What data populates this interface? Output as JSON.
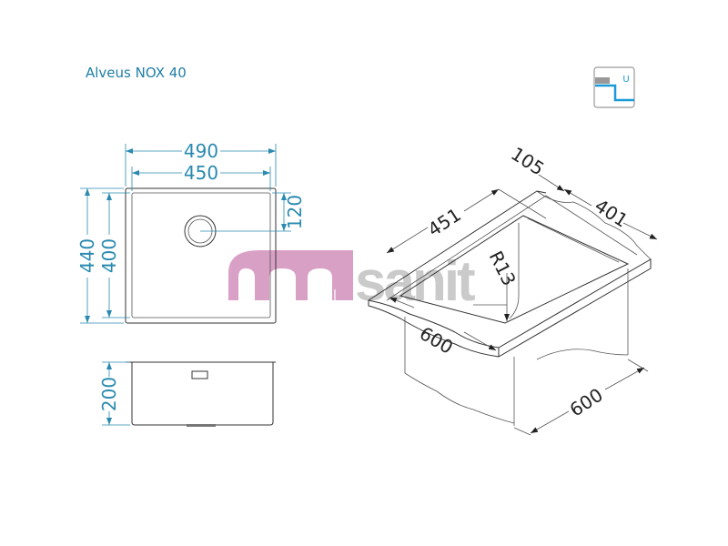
{
  "title": "Alveus NOX 40",
  "siphon_icon": {
    "name": "u-siphon-icon",
    "label": "U",
    "accent": "#1a9ad6"
  },
  "top_view": {
    "width_outer": "490",
    "width_inner": "450",
    "height_outer": "440",
    "height_inner": "400",
    "drain_offset": "120"
  },
  "side_view": {
    "depth": "200"
  },
  "iso_view": {
    "back_width": "105",
    "depth": "401",
    "width": "451",
    "radius": "R13",
    "cabinet_front": "600",
    "cabinet_side": "600"
  },
  "watermark": {
    "brand": "msanit",
    "colors": {
      "m": "#d89bc4",
      "sanit": "#c8c8c8"
    }
  }
}
